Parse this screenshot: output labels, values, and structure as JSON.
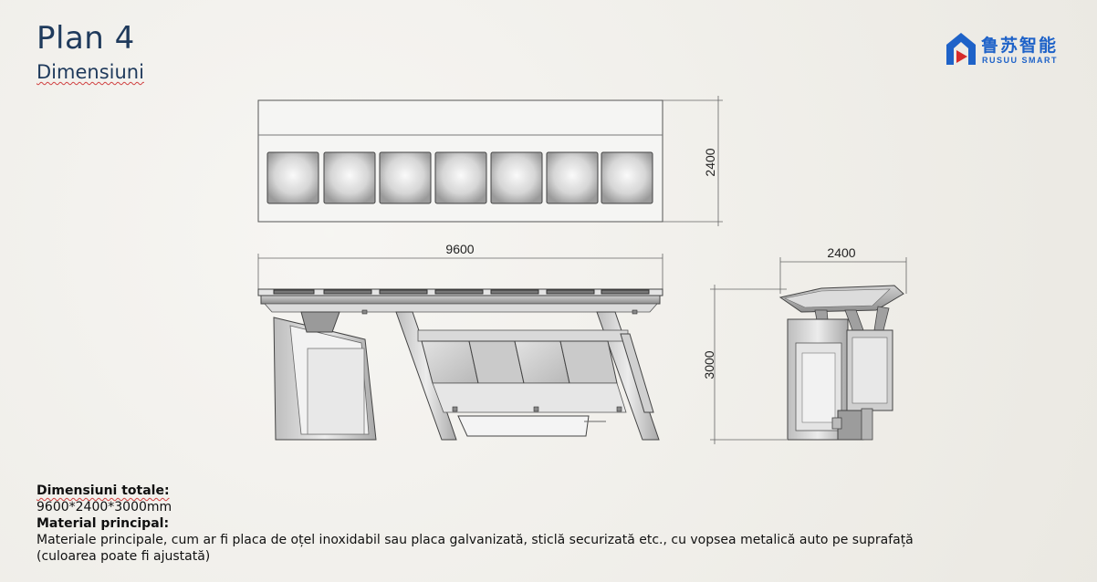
{
  "header": {
    "title": "Plan 4",
    "subtitle": "Dimensiuni"
  },
  "logo": {
    "name_cn": "鲁苏智能",
    "name_en": "RUSUU SMART",
    "icon": "house-arrow-icon",
    "brand_color": "#1e62c8",
    "accent_color": "#d62b2b"
  },
  "dimensions": {
    "top_view_depth": "2400",
    "front_view_length": "9600",
    "side_view_width": "2400",
    "side_view_height": "3000"
  },
  "notes": {
    "total_heading": "Dimensiuni totale:",
    "total_value": "9600*2400*3000mm",
    "material_heading": "Material principal:",
    "material_line1": "Materiale principale, cum ar fi placa de oțel inoxidabil sau placa galvanizată, sticlă securizată etc., cu vopsea metalică auto pe suprafață",
    "material_line2": "(culoarea poate fi ajustată)"
  },
  "colors": {
    "title": "#1f3a5c",
    "background": "#eeece6",
    "line": "#555555"
  }
}
